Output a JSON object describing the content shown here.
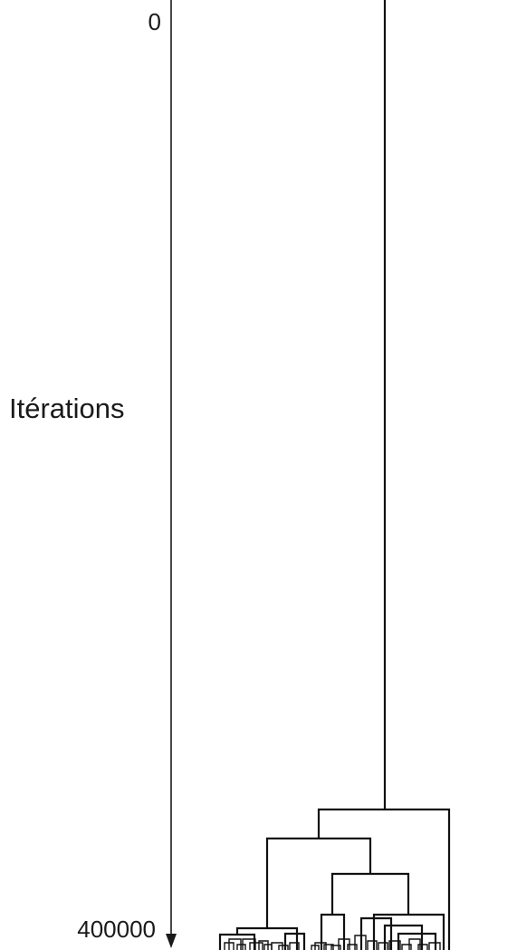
{
  "axis": {
    "label": "Itérations",
    "direction": "downward",
    "ticks": [
      {
        "value": 0,
        "label": "0"
      },
      {
        "value": 400000,
        "label": "400000"
      }
    ],
    "range": [
      0,
      400000
    ]
  },
  "dendrogram": {
    "orientation": "root-top",
    "line_color": "#111111"
  }
}
